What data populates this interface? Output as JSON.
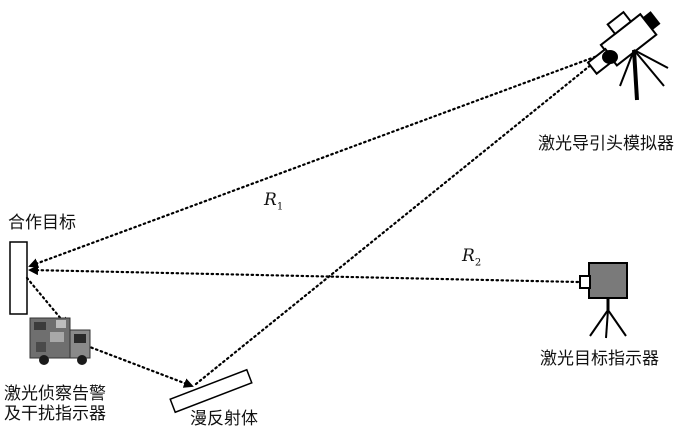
{
  "labels": {
    "seeker_simulator": "激光导引头模拟器",
    "cooperative_target": "合作目标",
    "designator": "激光目标指示器",
    "diffuse_reflector": "漫反射体",
    "recon_warning_line1": "激光侦察告警",
    "recon_warning_line2": "及干扰指示器",
    "range1": "R",
    "range1_sub": "1",
    "range2": "R",
    "range2_sub": "2"
  }
}
